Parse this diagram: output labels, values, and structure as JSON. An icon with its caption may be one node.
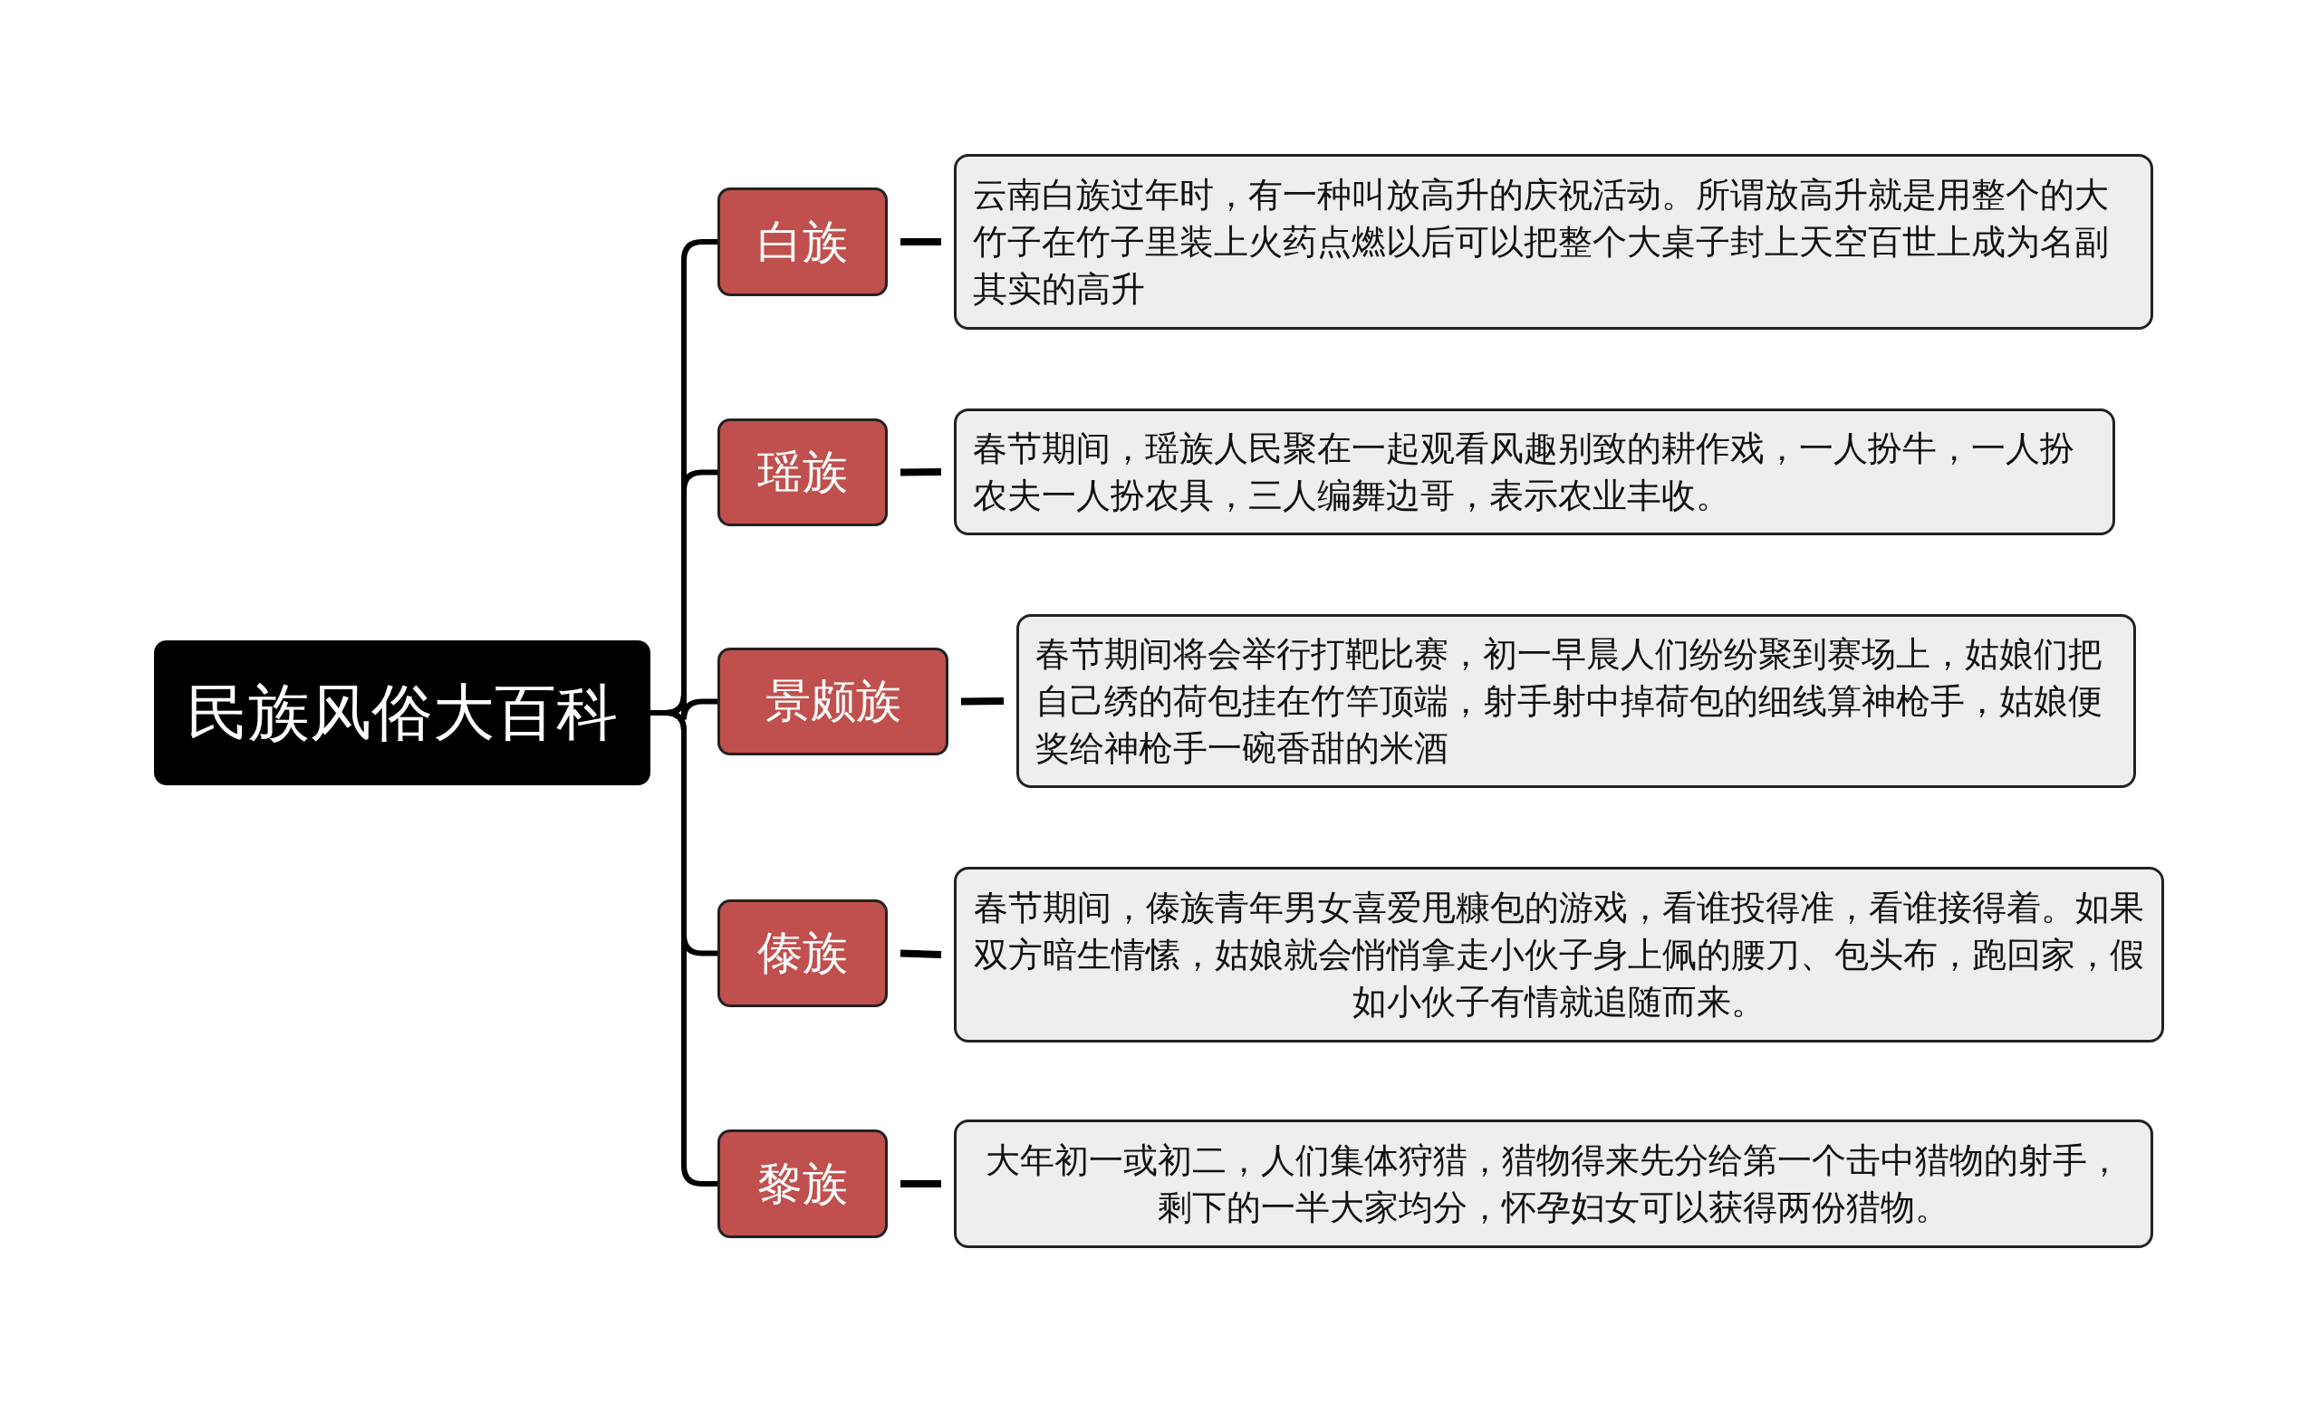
{
  "diagram": {
    "nodes": [
      {
        "text": [
          "民族风俗大百科"
        ]
      },
      {
        "text": [
          "白族"
        ]
      },
      {
        "text": [
          "瑶族"
        ]
      },
      {
        "text": [
          "景颇族"
        ]
      },
      {
        "text": [
          "傣族"
        ]
      },
      {
        "text": [
          "黎族"
        ]
      },
      {
        "text": [
          "云南白族过年时，有一种叫放高升的庆祝活动。所谓放高升就是用整个的大竹子在竹子里装上火药点燃以后可以把整个大桌子封上天空百世上成为名副其实的高升"
        ]
      },
      {
        "text": [
          "春节期间，瑶族人民聚在一起观看风趣别致的耕作戏，一人扮牛，一人扮农夫一人扮农具，三人编舞边哥，表示农业丰收。"
        ]
      },
      {
        "text": [
          "春节期间将会举行打靶比赛，初一早晨人们纷纷聚到赛场上，姑娘们把自己绣的荷包挂在竹竿顶端，射手射中掉荷包的细线算神枪手，姑娘便奖给神枪手一碗香甜的米酒"
        ]
      },
      {
        "text": [
          "春节期间，傣族青年男女喜爱甩糠包的游戏，看谁投得准，看谁接得着。如果双方暗生情愫，姑娘就会悄悄拿走小伙子身上佩的腰刀、包头布，跑回家，假如小伙子有情就追随而来。"
        ]
      },
      {
        "text": [
          "大年初一或初二，人们集体狩猎，猎物得来先分给第一个击中猎物的射手，剩下的一半大家均分，怀孕妇女可以获得两份猎物。"
        ]
      }
    ],
    "edges": [
      {
        "from": 0,
        "to": 1,
        "arrow": "none"
      },
      {
        "from": 0,
        "to": 2,
        "arrow": "none"
      },
      {
        "from": 0,
        "to": 3,
        "arrow": "none"
      },
      {
        "from": 0,
        "to": 4,
        "arrow": "none"
      },
      {
        "from": 0,
        "to": 5,
        "arrow": "none"
      },
      {
        "from": 1,
        "to": 6,
        "arrow": "none"
      },
      {
        "from": 2,
        "to": 7,
        "arrow": "none"
      },
      {
        "from": 3,
        "to": 8,
        "arrow": "none"
      },
      {
        "from": 4,
        "to": 9,
        "arrow": "none"
      },
      {
        "from": 5,
        "to": 10,
        "arrow": "none"
      }
    ]
  }
}
